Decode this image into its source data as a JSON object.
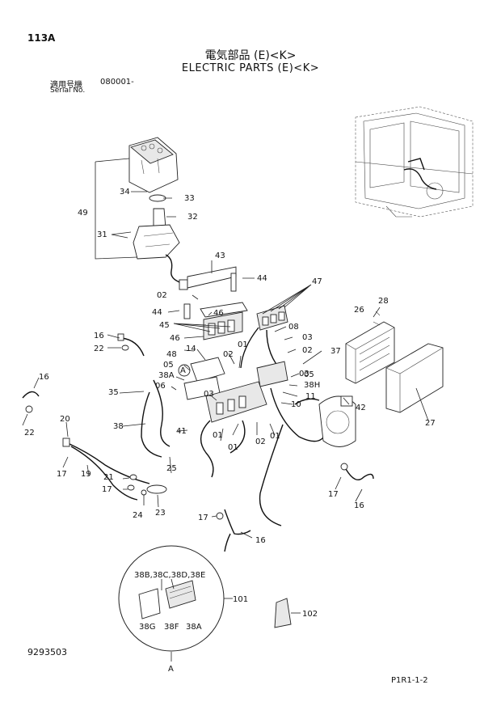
{
  "header": {
    "page_code": "113A",
    "title_ja": "電気部品 (E)<K>",
    "title_en": "ELECTRIC PARTS (E)<K>",
    "serial_label_ja": "適用号機",
    "serial_value": "080001-",
    "serial_label_en": "Serial No."
  },
  "footer": {
    "doc_number": "9293503",
    "sheet_code": "P1R1-1-2"
  },
  "callouts": {
    "c49": "49",
    "c34": "34",
    "c33": "33",
    "c32": "32",
    "c31": "31",
    "c43": "43",
    "c44a": "44",
    "c44b": "44",
    "c02a": "02",
    "c47": "47",
    "c46a": "46",
    "c45": "45",
    "c46b": "46",
    "c08": "08",
    "c03a": "03",
    "c28": "28",
    "c26": "26",
    "c16a": "16",
    "c22a": "22",
    "c14": "14",
    "c48": "48",
    "c05a": "05",
    "c38A": "38A",
    "c06": "06",
    "c01a": "01",
    "c02b": "02",
    "c02c": "02",
    "c37": "37",
    "c03b": "03",
    "c03c": "03",
    "c05b": "05",
    "c38H": "38H",
    "c11": "11",
    "c10": "10",
    "c42": "42",
    "c27": "27",
    "c16b": "16",
    "c22b": "22",
    "c35": "35",
    "c20": "20",
    "c38": "38",
    "c41": "41",
    "c01b": "01",
    "c01c": "01",
    "c01d": "01",
    "c02d": "02",
    "c17a": "17",
    "c19": "19",
    "c21": "21",
    "c17b": "17",
    "c24": "24",
    "c23": "23",
    "c25": "25",
    "c17c": "17",
    "c16c": "16",
    "c17d": "17",
    "c16d": "16",
    "c101": "101",
    "c102": "102",
    "detail_label": "38B,38C,38D,38E",
    "c38G": "38G",
    "c38F": "38F",
    "c38A_detail": "38A",
    "view_A": "A",
    "marker_A": "A"
  }
}
